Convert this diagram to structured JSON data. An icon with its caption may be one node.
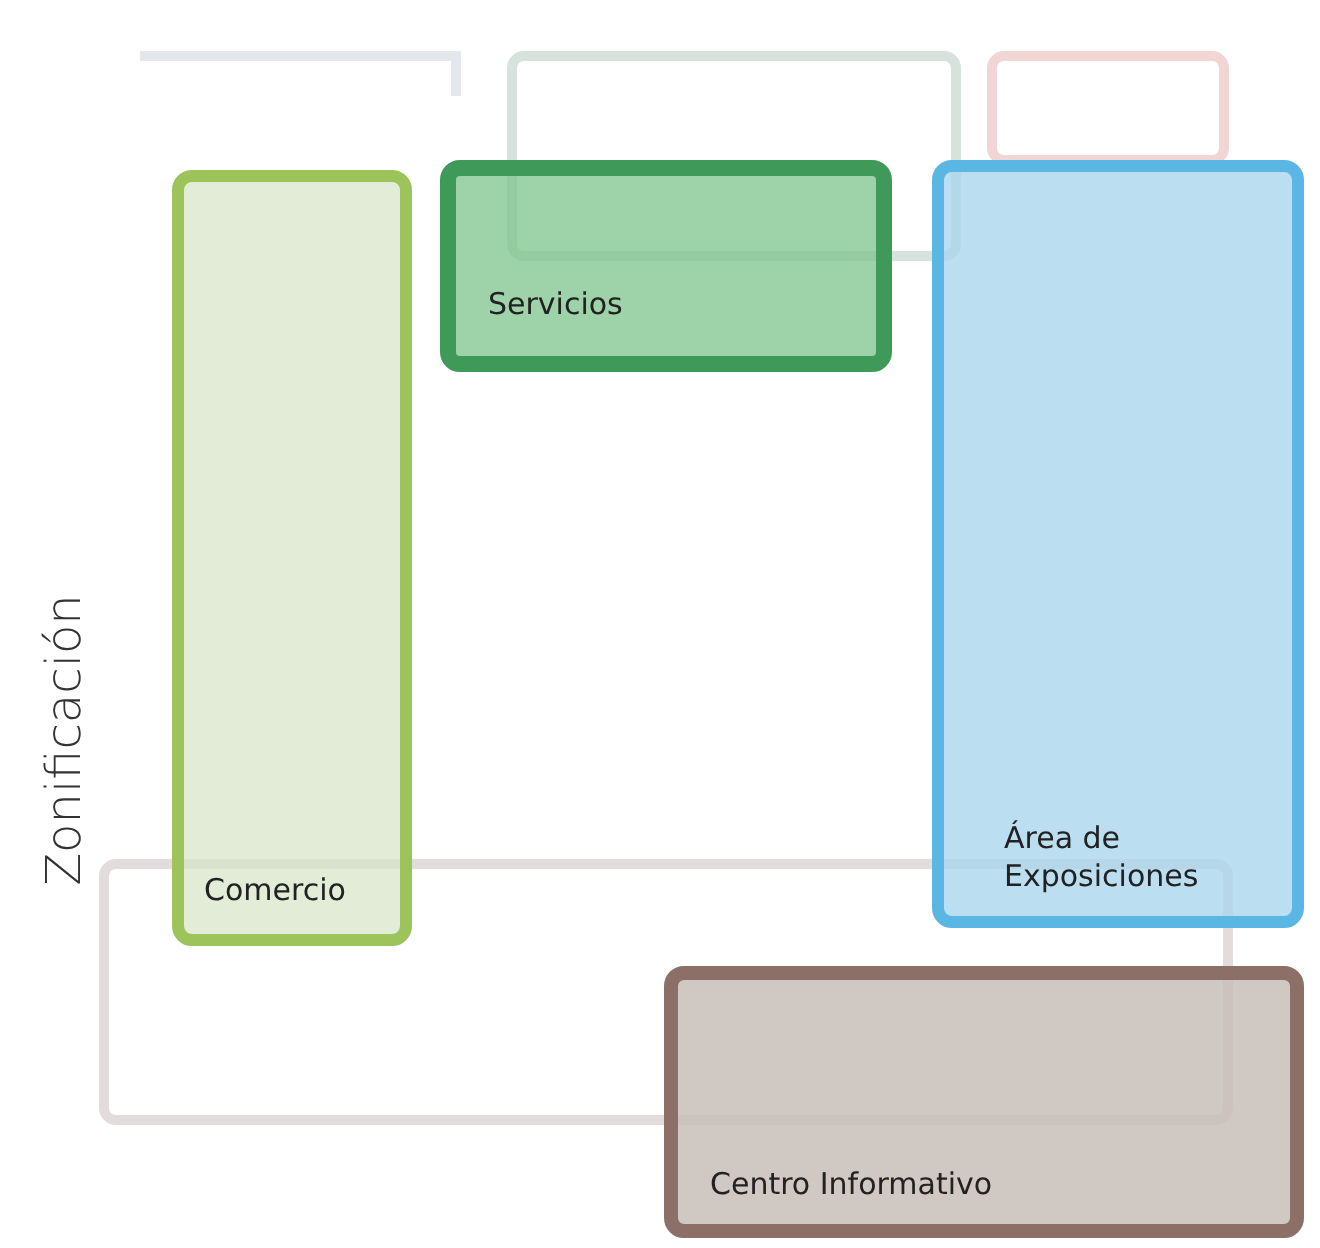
{
  "diagram": {
    "title": "Zonificación",
    "nodes": [
      {
        "text": [
          "Comercio"
        ]
      },
      {
        "text": [
          "Servicios"
        ]
      },
      {
        "text": [
          "Área de Exposiciones"
        ]
      },
      {
        "text": [
          "Centro Informativo"
        ]
      }
    ]
  }
}
